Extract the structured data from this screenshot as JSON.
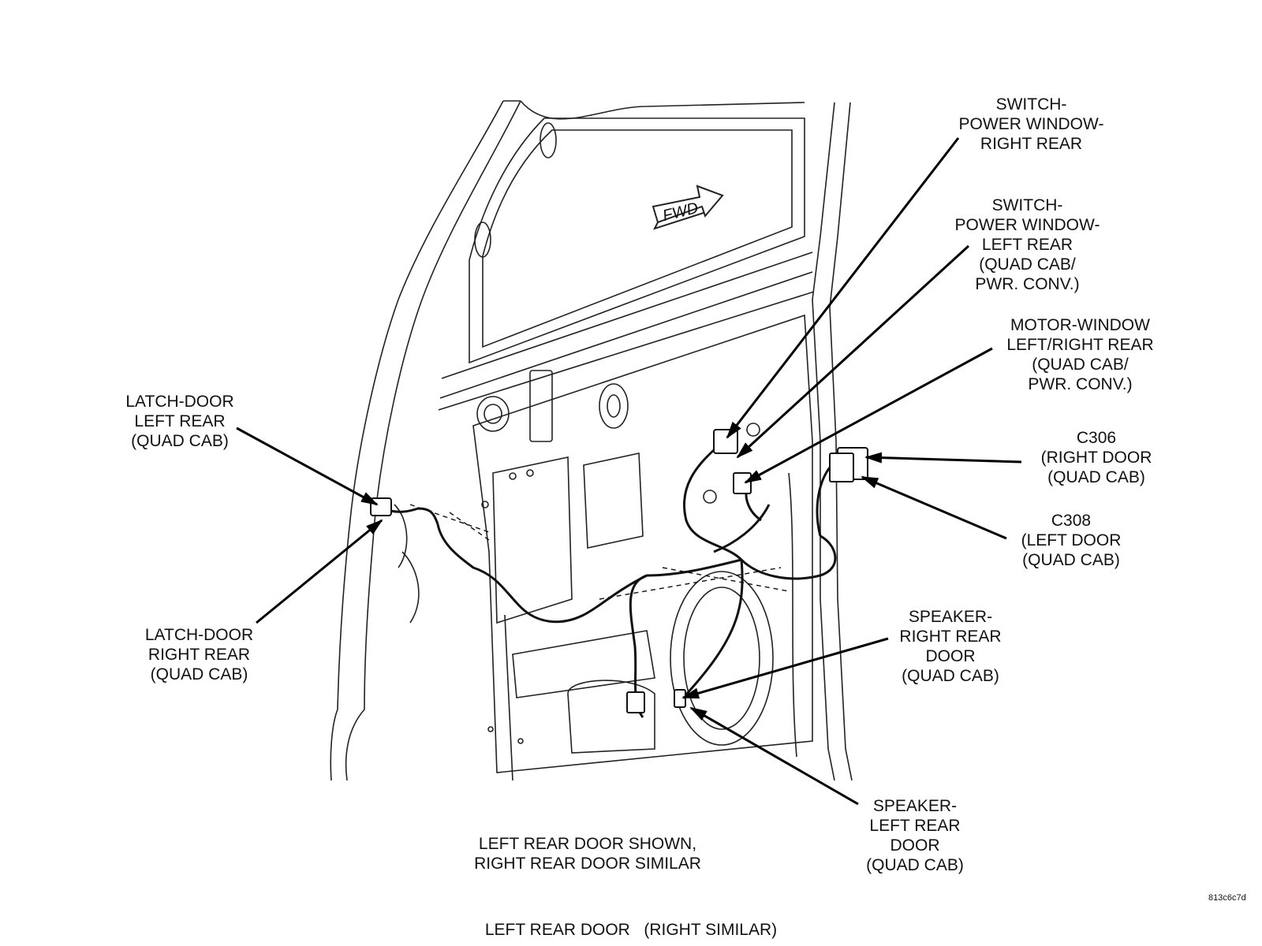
{
  "labels": {
    "switch_rr": [
      "SWITCH-",
      "POWER WINDOW-",
      "RIGHT REAR"
    ],
    "switch_lr": [
      "SWITCH-",
      "POWER WINDOW-",
      "LEFT REAR",
      "(QUAD CAB/",
      "PWR. CONV.)"
    ],
    "motor_window": [
      "MOTOR-WINDOW",
      "LEFT/RIGHT REAR",
      "(QUAD CAB/",
      "PWR. CONV.)"
    ],
    "c306": [
      "C306",
      "(RIGHT DOOR",
      "(QUAD CAB)"
    ],
    "c308": [
      "C308",
      "(LEFT DOOR",
      "(QUAD CAB)"
    ],
    "speaker_rr": [
      "SPEAKER-",
      "RIGHT REAR",
      "DOOR",
      "(QUAD CAB)"
    ],
    "speaker_lr": [
      "SPEAKER-",
      "LEFT REAR",
      "DOOR",
      "(QUAD CAB)"
    ],
    "latch_lr": [
      "LATCH-DOOR",
      "LEFT REAR",
      "(QUAD CAB)"
    ],
    "latch_rr": [
      "LATCH-DOOR",
      "RIGHT REAR",
      "(QUAD CAB)"
    ]
  },
  "fwd_text": "FWD",
  "note": [
    "LEFT REAR DOOR SHOWN,",
    "RIGHT REAR DOOR SIMILAR"
  ],
  "figure_id": "813c6c7d",
  "caption": "LEFT REAR DOOR   (RIGHT SIMILAR)"
}
